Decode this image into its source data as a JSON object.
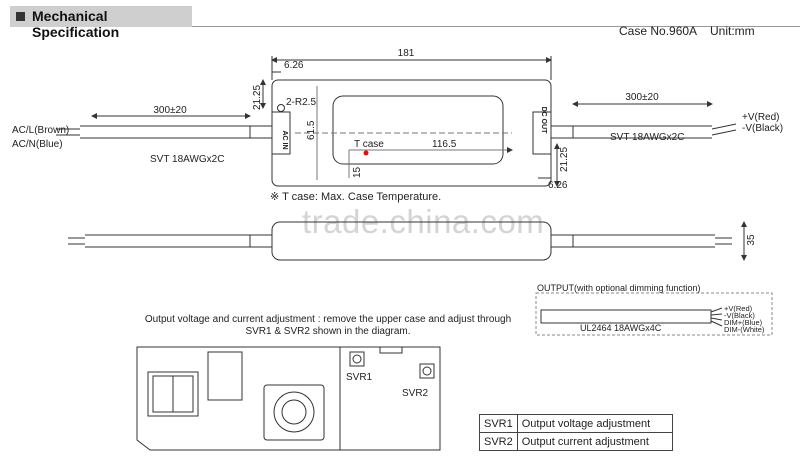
{
  "header": {
    "title": "Mechanical Specification"
  },
  "case_no": "Case No.960A",
  "unit": "Unit:mm",
  "top_view": {
    "dim_total": "181",
    "dim_626_top": "6.26",
    "dim_2125_top": "21.25",
    "dim_r": "2-R2.5",
    "dim_615": "61.5",
    "dim_1165": "116.5",
    "dim_15": "15",
    "dim_2125_bot": "21.25",
    "dim_626_bot": "6.26",
    "tcase": "T case",
    "ac_in": "AC IN",
    "dc_out": "DC OUT",
    "input_wire_len": "300±20",
    "input_wire_l": "AC/L(Brown)",
    "input_wire_n": "AC/N(Blue)",
    "input_cable": "SVT 18AWGx2C",
    "output_wire_len": "300±20",
    "output_pos": "+V(Red)",
    "output_neg": "-V(Black)",
    "output_cable": "SVT 18AWGx2C"
  },
  "tcase_note": "※ T case: Max. Case Temperature.",
  "watermark": "trade.china.com",
  "side_view": {
    "dim_height": "35"
  },
  "dimming": {
    "title": "OUTPUT(with optional dimming function)",
    "cable": "UL2464 18AWGx4C",
    "wire_1": "+V(Red)",
    "wire_2": "-V(Black)",
    "wire_3": "DIM+(Blue)",
    "wire_4": "DIM-(White)"
  },
  "adjust_note": "Output voltage and current adjustment : remove the upper case and adjust through SVR1 & SVR2 shown in the diagram.",
  "pcb": {
    "svr1": "SVR1",
    "svr2": "SVR2"
  },
  "svr_table": [
    {
      "key": "SVR1",
      "value": "Output voltage adjustment"
    },
    {
      "key": "SVR2",
      "value": "Output current adjustment"
    }
  ]
}
